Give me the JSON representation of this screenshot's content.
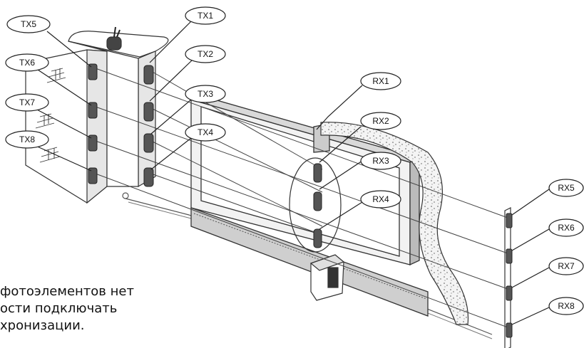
{
  "labels": {
    "tx1": "TX1",
    "tx2": "TX2",
    "tx3": "TX3",
    "tx4": "TX4",
    "tx5": "TX5",
    "tx6": "TX6",
    "tx7": "TX7",
    "tx8": "TX8",
    "rx1": "RX1",
    "rx2": "RX2",
    "rx3": "RX3",
    "rx4": "RX4",
    "rx5": "RX5",
    "rx6": "RX6",
    "rx7": "RX7",
    "rx8": "RX8"
  },
  "caption": {
    "line1": "фотоэлементов нет",
    "line2": "ости подключать",
    "line3": "хронизации."
  }
}
